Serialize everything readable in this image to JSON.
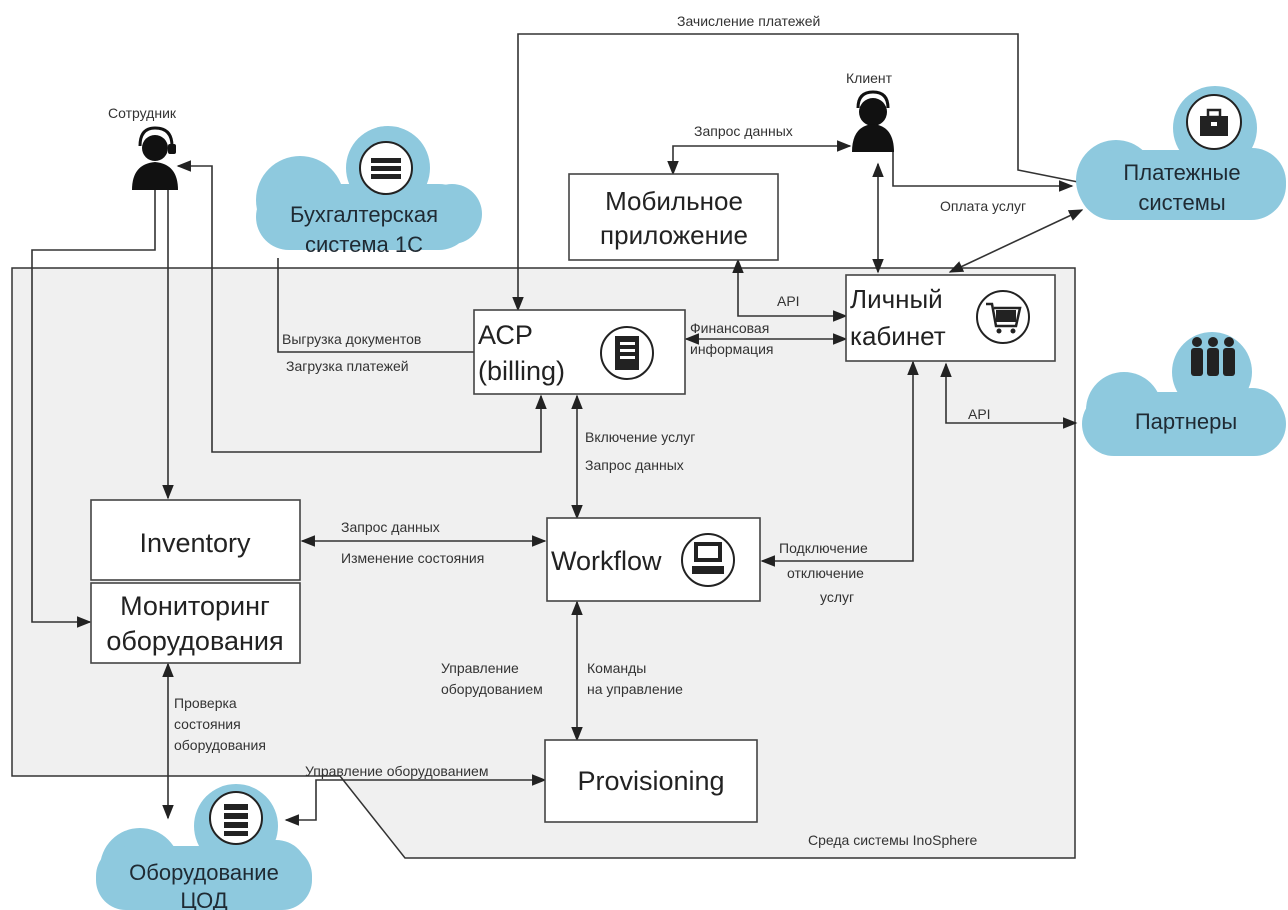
{
  "colors": {
    "cloud": "#8ec9de",
    "environment": "#f0f0f0",
    "stroke": "#333333"
  },
  "environment_label": "Среда системы InoSphere",
  "actors": {
    "employee": {
      "label": "Сотрудник",
      "icon": "operator-headset-icon"
    },
    "client": {
      "label": "Клиент",
      "icon": "person-headset-icon"
    }
  },
  "clouds": {
    "accounting": {
      "line1": "Бухгалтерская",
      "line2": "система 1С",
      "icon": "document-stack-icon"
    },
    "payments": {
      "line1": "Платежные",
      "line2": "системы",
      "icon": "briefcase-icon"
    },
    "partners": {
      "line1": "Партнеры",
      "icon": "people-group-icon"
    },
    "datacenter": {
      "line1": "Оборудование",
      "line2": "ЦОД",
      "icon": "server-rack-icon"
    }
  },
  "boxes": {
    "mobile": {
      "line1": "Мобильное",
      "line2": "приложение"
    },
    "cabinet": {
      "line1": "Личный",
      "line2": "кабинет",
      "icon": "shopping-cart-icon"
    },
    "acp": {
      "line1": "АСР",
      "line2": "(billing)",
      "icon": "notebook-icon"
    },
    "inventory": {
      "line1": "Inventory"
    },
    "monitoring": {
      "line1": "Мониторинг",
      "line2": "оборудования"
    },
    "workflow": {
      "line1": "Workflow",
      "icon": "computer-icon"
    },
    "provisioning": {
      "line1": "Provisioning"
    }
  },
  "edges": {
    "payment_credit": "Зачисление платежей",
    "data_request_top": "Запрос данных",
    "service_payment": "Оплата услуг",
    "api_cabinet": "API",
    "docs_export": "Выгрузка документов",
    "payments_import": "Загрузка платежей",
    "financial_info_1": "Финансовая",
    "financial_info_2": "информация",
    "api_partners": "API",
    "service_enable": "Включение услуг",
    "data_request_mid": "Запрос данных",
    "inv_data_request": "Запрос данных",
    "state_change": "Изменение состояния",
    "connect_1": "Подключение",
    "connect_2": "отключение",
    "connect_3": "услуг",
    "equip_mgmt_1": "Управление",
    "equip_mgmt_2": "оборудованием",
    "commands_1": "Команды",
    "commands_2": "на управление",
    "check_1": "Проверка",
    "check_2": "состояния",
    "check_3": "оборудования",
    "equip_mgmt_bottom": "Управление оборудованием"
  }
}
